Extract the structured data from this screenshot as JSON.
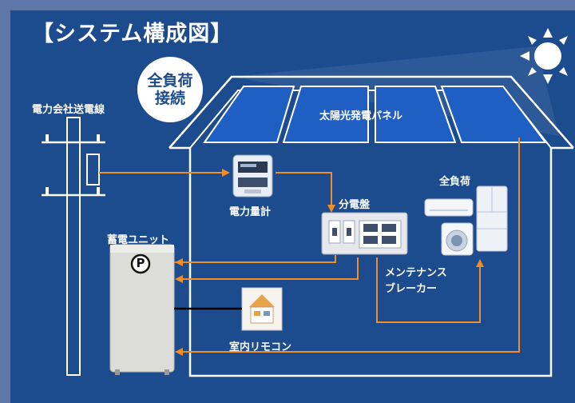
{
  "title": "【システム構成図】",
  "badge": {
    "line1": "全負荷",
    "line2": "接続"
  },
  "labels": {
    "power_line": "電力会社送電線",
    "solar_panel": "太陽光発電パネル",
    "meter": "電力量計",
    "distribution_board": "分電盤",
    "all_load": "全負荷",
    "battery_unit": "蓄電ユニット",
    "maintenance_breaker_1": "メンテナンス",
    "maintenance_breaker_2": "ブレーカー",
    "remote": "室内リモコン",
    "battery_mark": "P"
  },
  "colors": {
    "background": "#1c4b8e",
    "border": "#5d78a8",
    "flow": "#f08c2a",
    "outline": "#ffffff",
    "panel": "#1f5fc4"
  },
  "icons": [
    "sun-icon",
    "utility-pole-icon",
    "electric-meter-icon",
    "distribution-board-icon",
    "air-conditioner-icon",
    "refrigerator-icon",
    "washing-machine-icon",
    "battery-unit-icon",
    "remote-controller-icon"
  ]
}
